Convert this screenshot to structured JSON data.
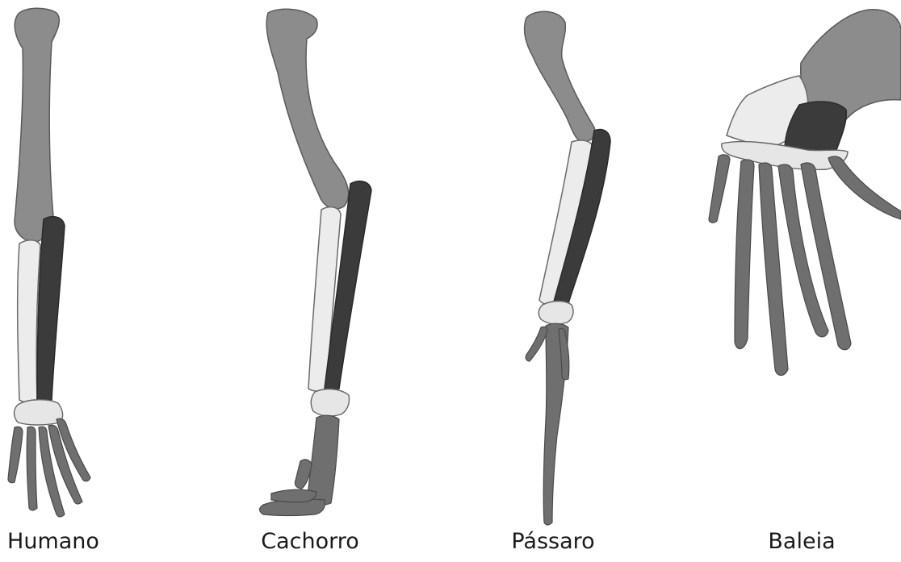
{
  "figure": {
    "labels": {
      "humano": "Humano",
      "cachorro": "Cachorro",
      "passaro": "Pássaro",
      "baleia": "Baleia"
    },
    "bone_colors": {
      "upper_arm": "#8c8c8c",
      "forearm_light": "#ececec",
      "forearm_dark": "#3b3b3b",
      "hand": "#6f6f6f",
      "carpals": "#e6e6e6"
    }
  }
}
